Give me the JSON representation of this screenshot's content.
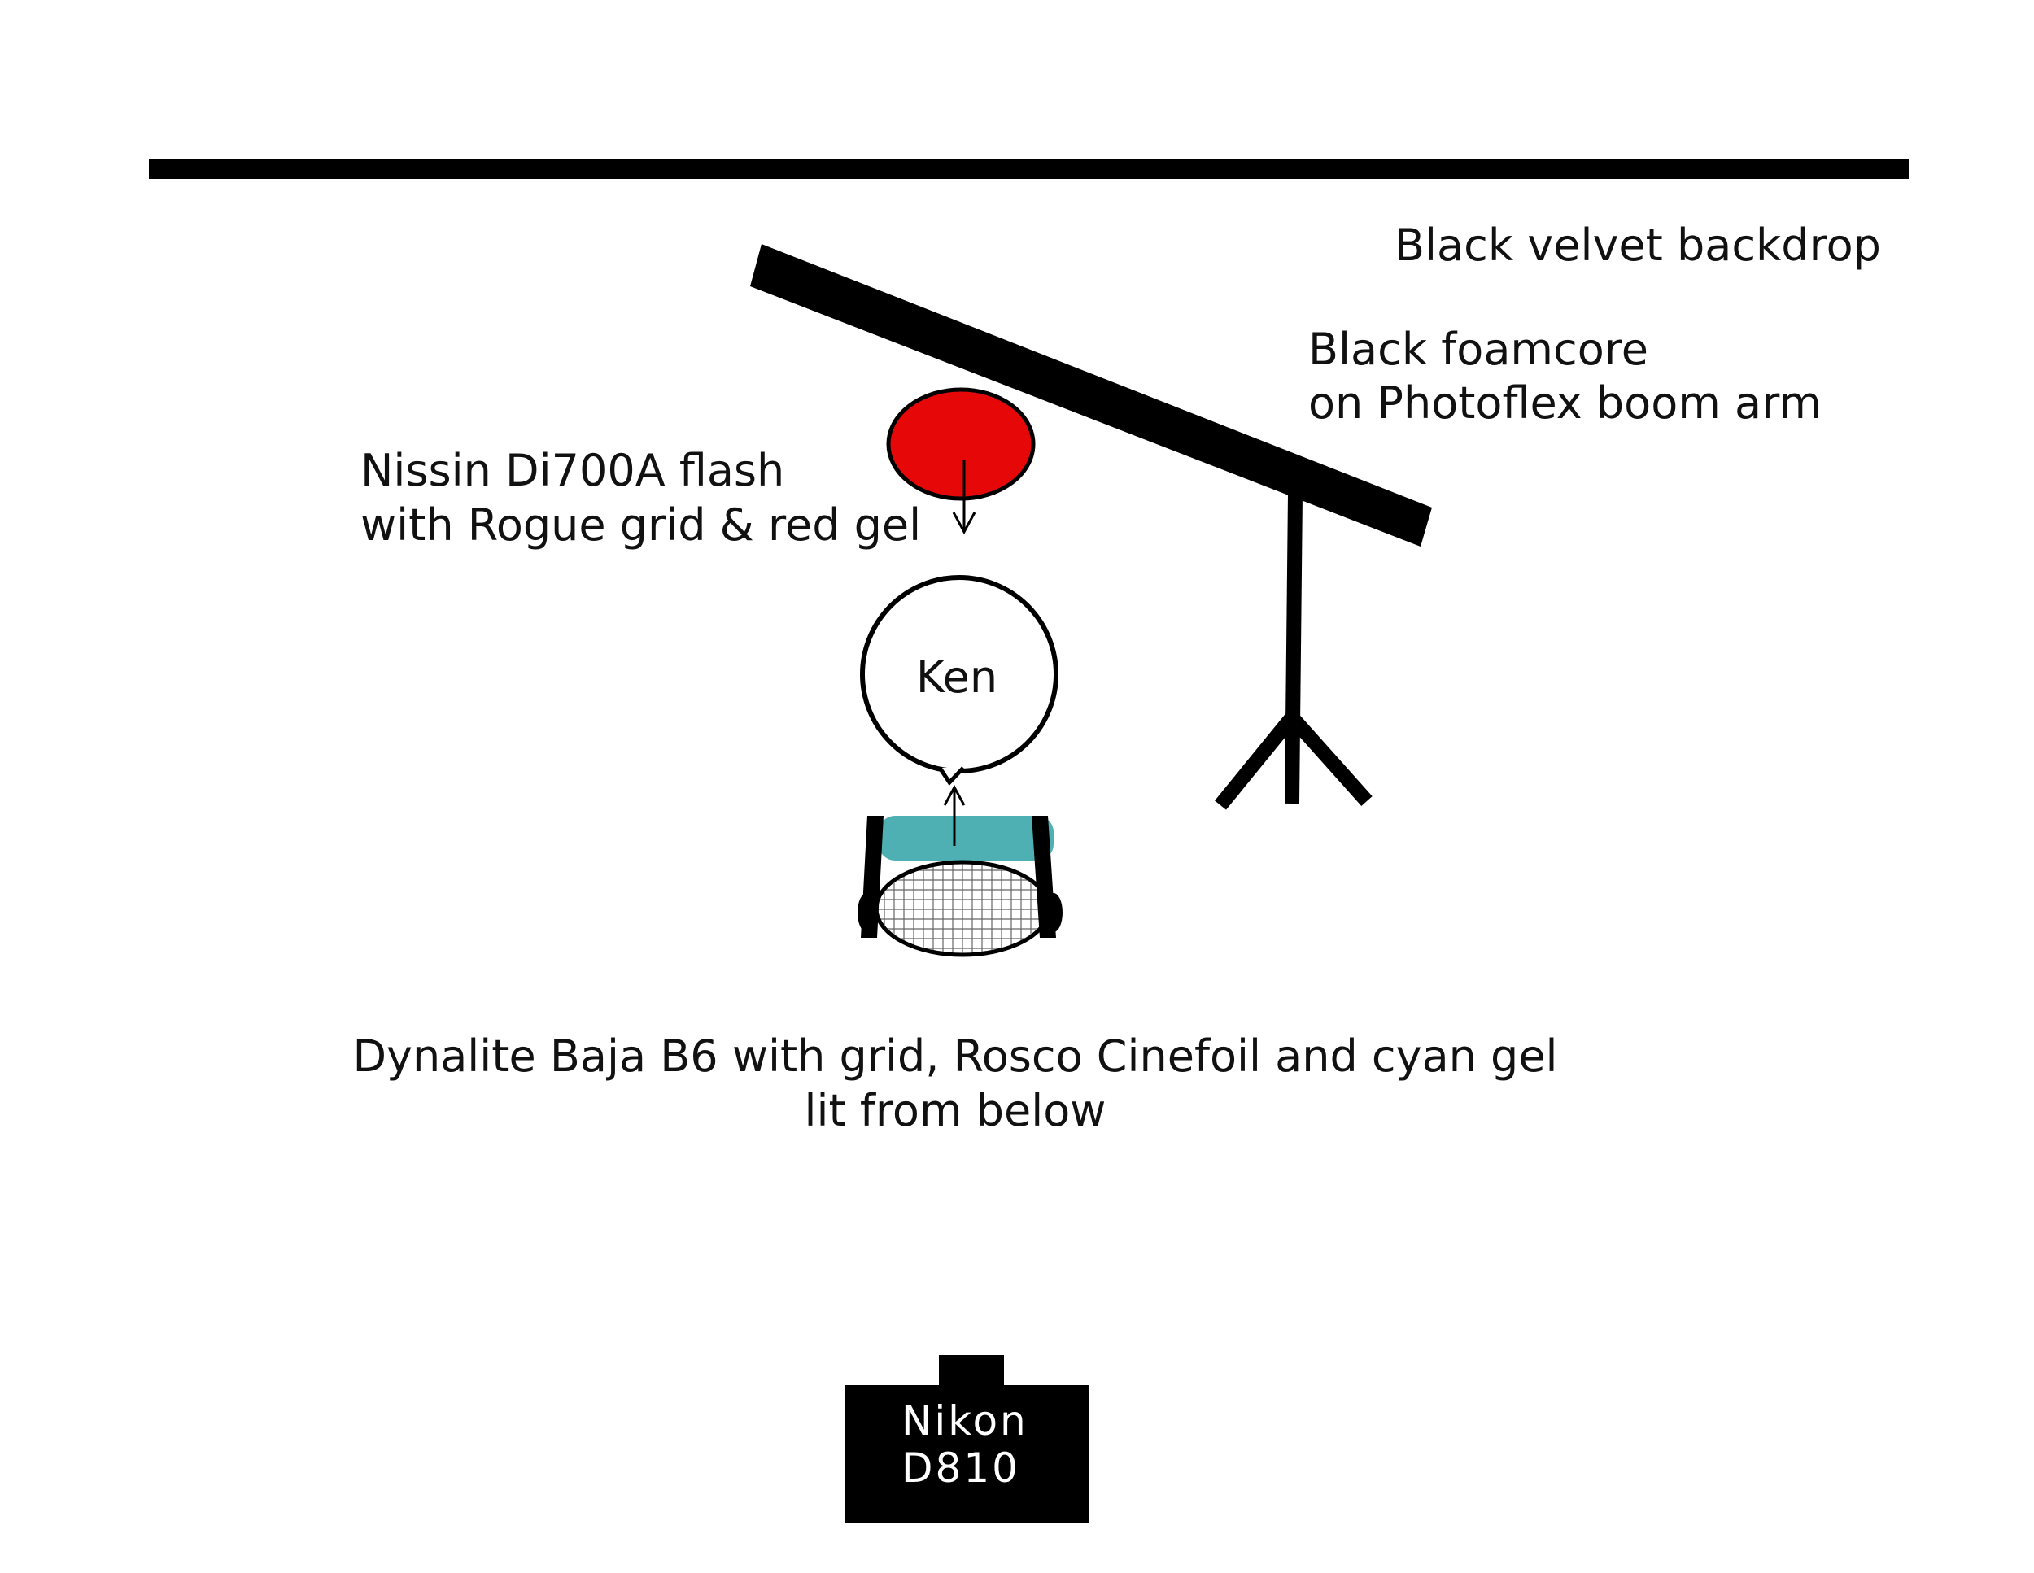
{
  "labels": {
    "backdrop": "Black velvet backdrop",
    "foamcore_line1": "Black foamcore",
    "foamcore_line2": "on Photoflex boom arm",
    "flash_line1": "Nissin Di700A flash",
    "flash_line2": "with Rogue grid & red gel",
    "subject": "Ken",
    "strobe_line1": "Dynalite Baja B6 with grid, Rosco Cinefoil and cyan gel",
    "strobe_line2": "lit from below",
    "camera_line1": "Nikon",
    "camera_line2": "D810"
  },
  "colors": {
    "ink": "#000000",
    "red_gel": "#e60808",
    "cyan_gel": "#4fb0b3",
    "background": "#ffffff"
  }
}
